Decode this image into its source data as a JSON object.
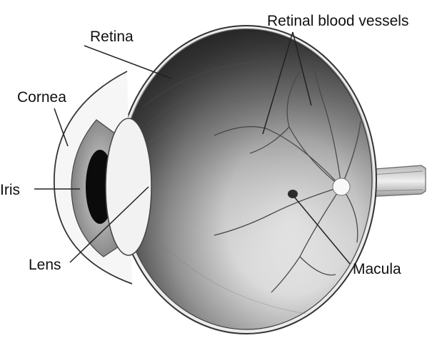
{
  "labels": {
    "retina": "Retina",
    "retinal_blood_vessels": "Retinal blood vessels",
    "cornea": "Cornea",
    "iris": "Iris",
    "lens": "Lens",
    "macula": "Macula"
  }
}
